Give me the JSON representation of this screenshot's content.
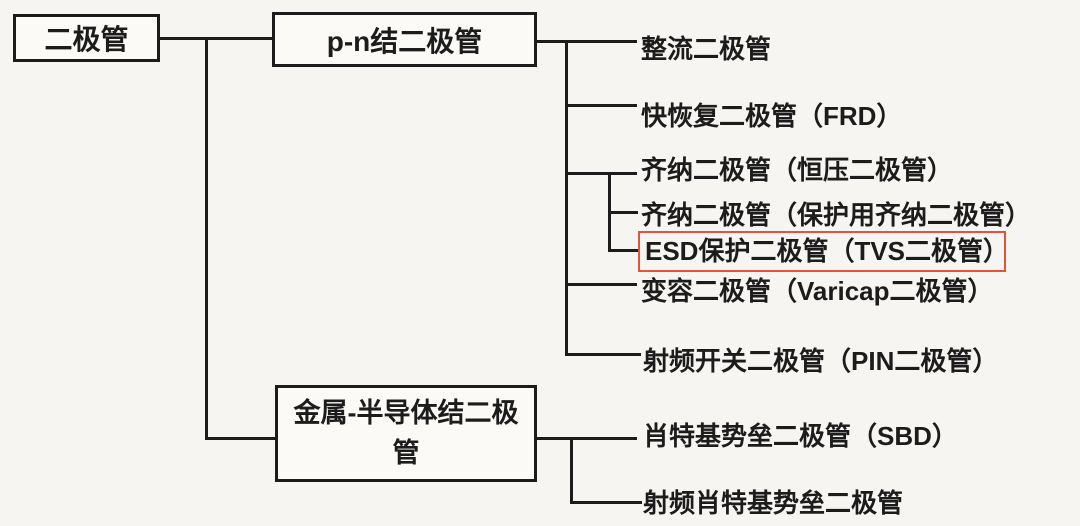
{
  "colors": {
    "background": "#f7f5f1",
    "line_color": "#1c1c1c",
    "text_color": "#1c1c1c",
    "highlight_color": "#e4543a",
    "box_fill": "#fbfaf7"
  },
  "tree": {
    "root": {
      "label": "二极管"
    },
    "groups": [
      {
        "label": "p-n结二极管",
        "items": [
          {
            "label": "整流二极管",
            "highlighted": false
          },
          {
            "label": "快恢复二极管（FRD）",
            "highlighted": false
          },
          {
            "label": "齐纳二极管（恒压二极管）",
            "highlighted": false
          },
          {
            "label": "齐纳二极管（保护用齐纳二极管）",
            "highlighted": false
          },
          {
            "label": "ESD保护二极管（TVS二极管）",
            "highlighted": true
          },
          {
            "label": "变容二极管（Varicap二极管）",
            "highlighted": false
          },
          {
            "label": "射频开关二极管（PIN二极管）",
            "highlighted": false
          }
        ]
      },
      {
        "label": "金属-半导体结二极管",
        "items": [
          {
            "label": "肖特基势垒二极管（SBD）",
            "highlighted": false
          },
          {
            "label": "射频肖特基势垒二极管",
            "highlighted": false
          }
        ]
      }
    ],
    "highlighted_item": "ESD保护二极管（TVS二极管）"
  }
}
